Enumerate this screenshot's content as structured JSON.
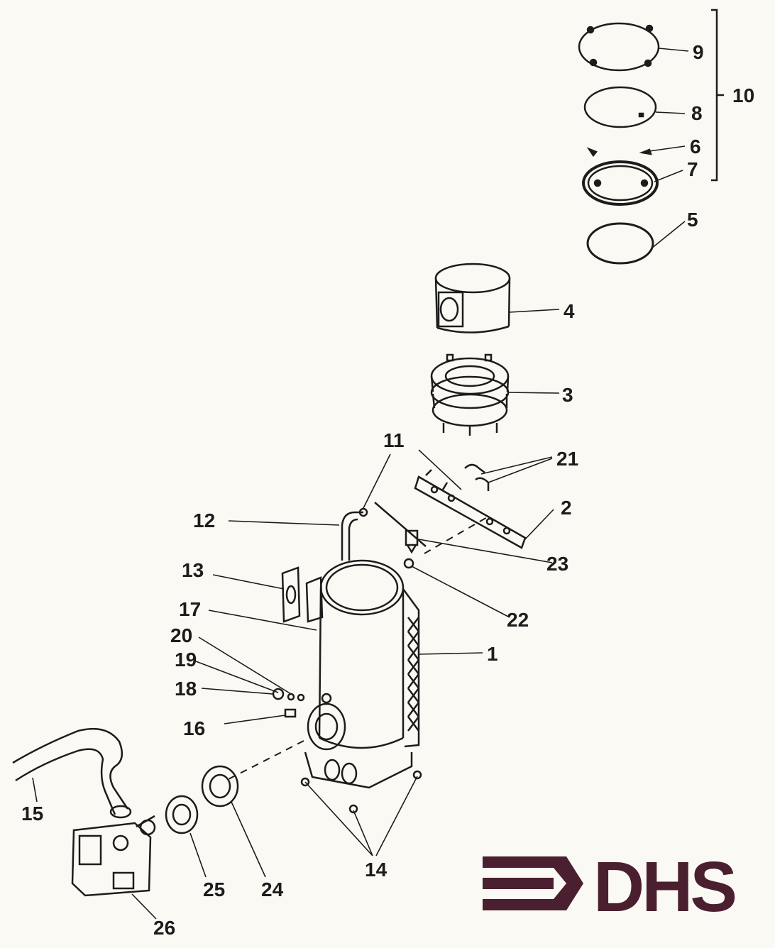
{
  "diagram": {
    "part_labels": {
      "p1": "1",
      "p2": "2",
      "p3": "3",
      "p4": "4",
      "p5": "5",
      "p6": "6",
      "p7": "7",
      "p8": "8",
      "p9": "9",
      "p10": "10",
      "p11": "11",
      "p12": "12",
      "p13": "13",
      "p14": "14",
      "p15": "15",
      "p16": "16",
      "p17": "17",
      "p18": "18",
      "p19": "19",
      "p20": "20",
      "p21": "21",
      "p22": "22",
      "p23": "23",
      "p24": "24",
      "p25": "25",
      "p26": "26"
    },
    "logo": {
      "text": "DHS",
      "color": "#4a1f2f"
    },
    "line_color": "#1c1c1c"
  }
}
